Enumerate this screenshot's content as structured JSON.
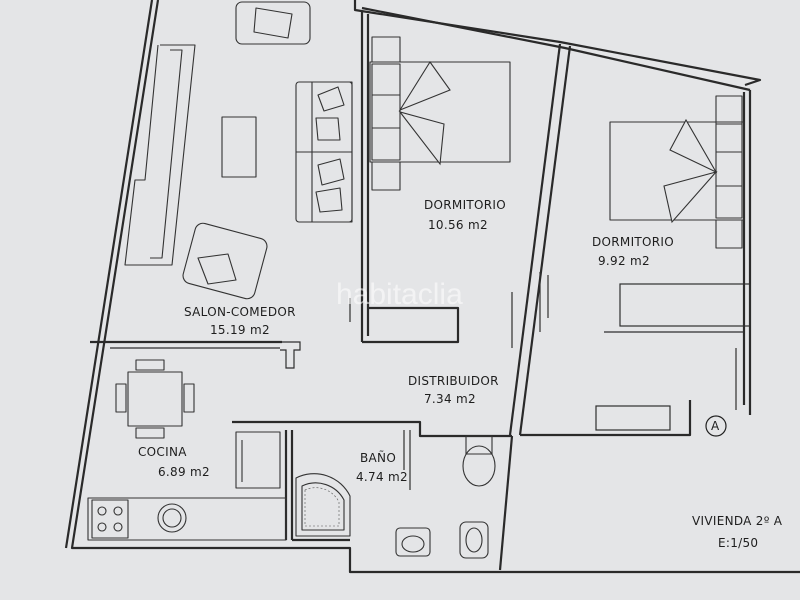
{
  "plan": {
    "rooms": [
      {
        "name": "DORMITORIO",
        "area": "10.56 m2"
      },
      {
        "name": "DORMITORIO",
        "area": "9.92 m2"
      },
      {
        "name": "SALON-COMEDOR",
        "area": "15.19 m2"
      },
      {
        "name": "DISTRIBUIDOR",
        "area": "7.34 m2"
      },
      {
        "name": "COCINA",
        "area": "6.89 m2"
      },
      {
        "name": "BAÑO",
        "area": "4.74 m2"
      }
    ],
    "unit_title": "VIVIENDA 2º A",
    "scale": "E:1/50",
    "marker": "A",
    "watermark": "habitaclia"
  },
  "colors": {
    "paper": "#e4e5e7",
    "ink": "#2a2a2a"
  }
}
